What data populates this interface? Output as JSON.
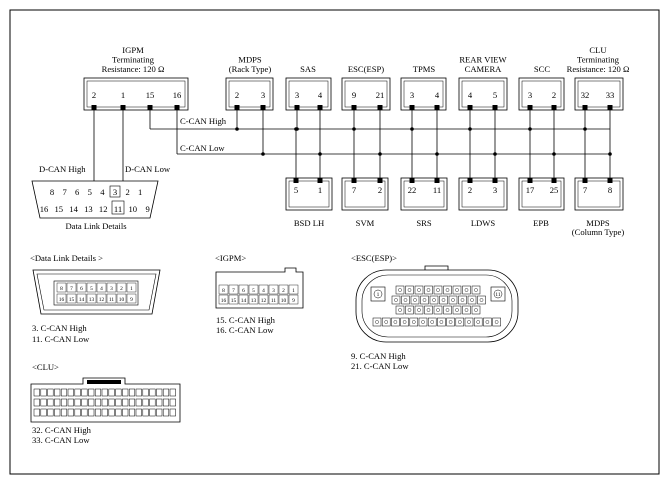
{
  "modules_top": [
    {
      "id": "igpm",
      "lines": [
        "IGPM",
        "Terminating",
        "Resistance: 120 Ω"
      ],
      "pins": [
        "2",
        "1",
        "15",
        "16"
      ]
    },
    {
      "id": "mdps-rack",
      "lines": [
        "MDPS",
        "(Rack Type)"
      ],
      "pins": [
        "2",
        "3"
      ]
    },
    {
      "id": "sas",
      "lines": [
        "SAS"
      ],
      "pins": [
        "3",
        "4"
      ]
    },
    {
      "id": "esc",
      "lines": [
        "ESC(ESP)"
      ],
      "pins": [
        "9",
        "21"
      ]
    },
    {
      "id": "tpms",
      "lines": [
        "TPMS"
      ],
      "pins": [
        "3",
        "4"
      ]
    },
    {
      "id": "rear-view-camera",
      "lines": [
        "REAR VIEW",
        "CAMERA"
      ],
      "pins": [
        "4",
        "5"
      ]
    },
    {
      "id": "scc",
      "lines": [
        "SCC"
      ],
      "pins": [
        "3",
        "2"
      ]
    },
    {
      "id": "clu",
      "lines": [
        "CLU",
        "Terminating",
        "Resistance: 120 Ω"
      ],
      "pins": [
        "32",
        "33"
      ]
    }
  ],
  "modules_bottom": [
    {
      "id": "bsd-lh",
      "lines": [
        "BSD LH"
      ],
      "pins": [
        "5",
        "1"
      ]
    },
    {
      "id": "svm",
      "lines": [
        "SVM"
      ],
      "pins": [
        "7",
        "2"
      ]
    },
    {
      "id": "srs",
      "lines": [
        "SRS"
      ],
      "pins": [
        "22",
        "11"
      ]
    },
    {
      "id": "ldws",
      "lines": [
        "LDWS"
      ],
      "pins": [
        "2",
        "3"
      ]
    },
    {
      "id": "epb",
      "lines": [
        "EPB"
      ],
      "pins": [
        "17",
        "25"
      ]
    },
    {
      "id": "mdps-column",
      "lines": [
        "MDPS",
        "(Column Type)"
      ],
      "pins": [
        "7",
        "8"
      ]
    }
  ],
  "bus": {
    "high": "C-CAN High",
    "low": "C-CAN Low"
  },
  "dlc": {
    "d_can_high": "D-CAN High",
    "d_can_low": "D-CAN Low",
    "top_pins": [
      "8",
      "7",
      "6",
      "5",
      "4",
      "3",
      "2",
      "1"
    ],
    "bottom_pins": [
      "16",
      "15",
      "14",
      "13",
      "12",
      "11",
      "10",
      "9"
    ],
    "caption": "Data Link Details"
  },
  "details": {
    "dlc": {
      "title": "<Data Link Details >",
      "top": [
        "8",
        "7",
        "6",
        "5",
        "4",
        "3",
        "2",
        "1"
      ],
      "bottom": [
        "16",
        "15",
        "14",
        "13",
        "12",
        "11",
        "10",
        "9"
      ],
      "notes": [
        "3. C-CAN High",
        "11. C-CAN Low"
      ]
    },
    "igpm": {
      "title": "<IGPM>",
      "top": [
        "8",
        "7",
        "6",
        "5",
        "4",
        "3",
        "2",
        "1"
      ],
      "bottom": [
        "16",
        "15",
        "14",
        "13",
        "12",
        "11",
        "10",
        "9"
      ],
      "notes": [
        "15. C-CAN High",
        "16. C-CAN Low"
      ]
    },
    "esc": {
      "title": "<ESC(ESP)>",
      "pin_first": "1",
      "pin_last": "11",
      "notes": [
        "9. C-CAN High",
        "21. C-CAN Low"
      ]
    },
    "clu": {
      "title": "<CLU>",
      "notes": [
        "32. C-CAN High",
        "33. C-CAN Low"
      ]
    }
  }
}
